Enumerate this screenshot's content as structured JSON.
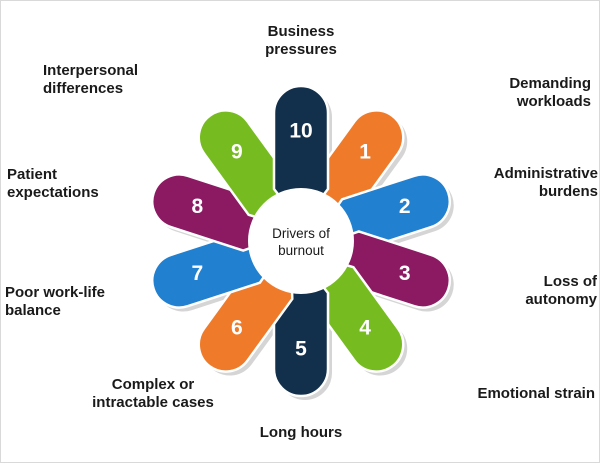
{
  "diagram": {
    "type": "petal-radial-diagram",
    "center_label": "Drivers of\nburnout",
    "center_line1": "Drivers of",
    "center_line2": "burnout",
    "petal_count": 10,
    "colors": {
      "navy": "#12304B",
      "orange": "#EF7B2A",
      "blue": "#2180D0",
      "purple": "#8B1A62",
      "green": "#76BC21",
      "text": "#1A1A1A",
      "number": "#FFFFFF",
      "background": "#FFFFFF",
      "border": "#D9D9D9",
      "shadow": "#B3B3B3"
    },
    "petals": [
      {
        "number": "1",
        "label": "Demanding\nworkloads",
        "color": "#EF7B2A",
        "angle": 36
      },
      {
        "number": "2",
        "label": "Administrative\nburdens",
        "color": "#2180D0",
        "angle": 72
      },
      {
        "number": "3",
        "label": "Loss of\nautonomy",
        "color": "#8B1A62",
        "angle": 108
      },
      {
        "number": "4",
        "label": "Emotional strain",
        "color": "#76BC21",
        "angle": 144
      },
      {
        "number": "5",
        "label": "Long hours",
        "color": "#12304B",
        "angle": 180
      },
      {
        "number": "6",
        "label": "Complex or\nintractable cases",
        "color": "#EF7B2A",
        "angle": 216
      },
      {
        "number": "7",
        "label": "Poor work-life\nbalance",
        "color": "#2180D0",
        "angle": 252
      },
      {
        "number": "8",
        "label": "Patient\nexpectations",
        "color": "#8B1A62",
        "angle": 288
      },
      {
        "number": "9",
        "label": "Interpersonal\ndifferences",
        "color": "#76BC21",
        "angle": 324
      },
      {
        "number": "10",
        "label": "Business\npressures",
        "color": "#12304B",
        "angle": 0
      }
    ],
    "labels": {
      "business_pressures": "Business\npressures",
      "demanding_workloads": "Demanding\nworkloads",
      "administrative_burdens": "Administrative\nburdens",
      "loss_of_autonomy": "Loss of\nautonomy",
      "emotional_strain": "Emotional strain",
      "long_hours": "Long hours",
      "complex_cases": "Complex or\nintractable cases",
      "work_life_balance": "Poor work-life\nbalance",
      "patient_expectations": "Patient\nexpectations",
      "interpersonal_differences": "Interpersonal\ndifferences"
    }
  }
}
